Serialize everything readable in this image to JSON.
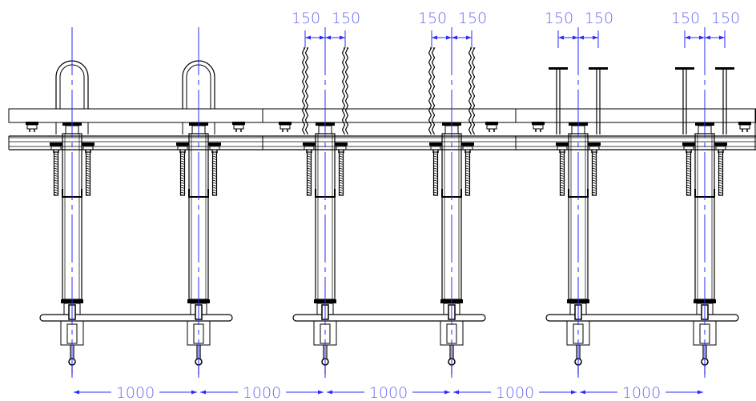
{
  "drawing": {
    "colors": {
      "line": "#000000",
      "dimension": "#2b2bff",
      "dimension_text": "#6a6af0",
      "background": "#ffffff"
    },
    "spacing_labels": [
      "1000",
      "1000",
      "1000",
      "1000",
      "1000"
    ],
    "offset_labels": [
      {
        "left": "150",
        "right": "150"
      },
      {
        "left": "150",
        "right": "150"
      },
      {
        "left": "150",
        "right": "150"
      },
      {
        "left": "150",
        "right": "150"
      }
    ],
    "post_groups": [
      {
        "attachment": "u-bolt"
      },
      {
        "attachment": "wavy-rods"
      },
      {
        "attachment": "headed-studs"
      }
    ]
  }
}
